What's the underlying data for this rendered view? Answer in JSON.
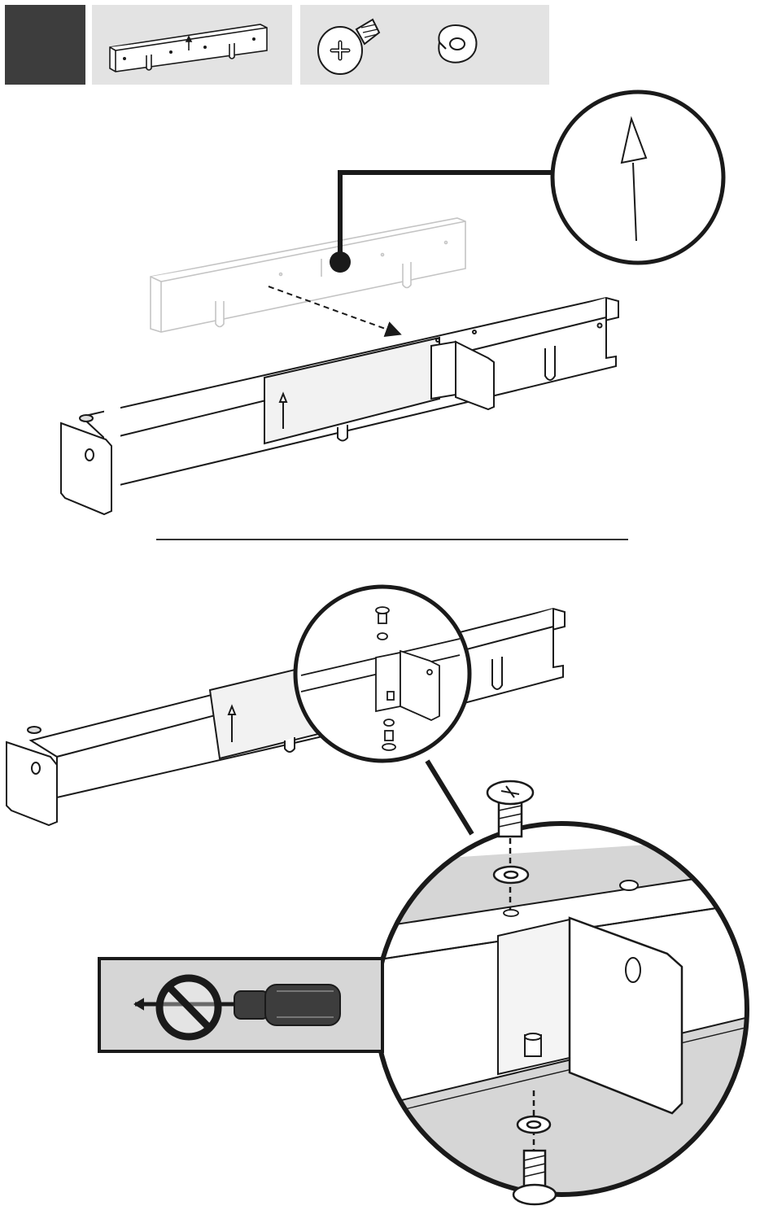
{
  "step": {
    "number": ""
  },
  "parts": [
    {
      "name": "side-rail",
      "icon": "rail-icon"
    },
    {
      "name": "screw",
      "icon": "phillips-screw-icon"
    },
    {
      "name": "lock-washer",
      "icon": "lock-washer-icon"
    }
  ],
  "illustrations": {
    "top": "rail-insertion-diagram",
    "bottom": "screw-fastening-diagram",
    "warning": "no-screwdriver-icon"
  },
  "colors": {
    "step_box": "#3d3d3d",
    "panel": "#e3e3e3",
    "ink": "#1a1a1a",
    "shade": "#d6d6d6"
  }
}
